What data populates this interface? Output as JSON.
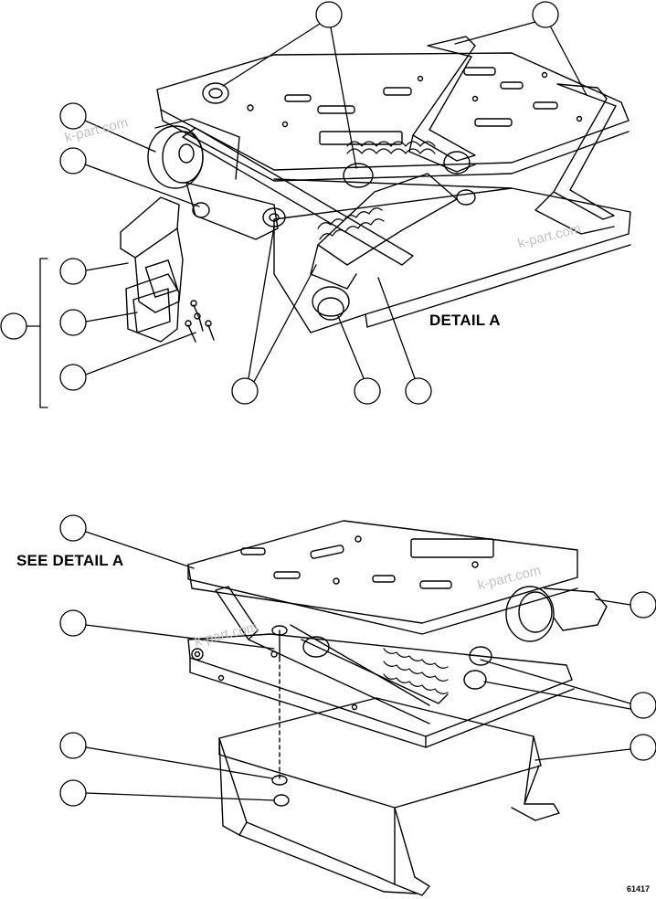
{
  "labels": {
    "detail_a": "DETAIL A",
    "see_detail_a": "SEE DETAIL A",
    "figure_number": "61417"
  },
  "watermark": "k-part.com",
  "colors": {
    "line": "#000000",
    "background": "#ffffff",
    "watermark": "#c2c2c2"
  }
}
